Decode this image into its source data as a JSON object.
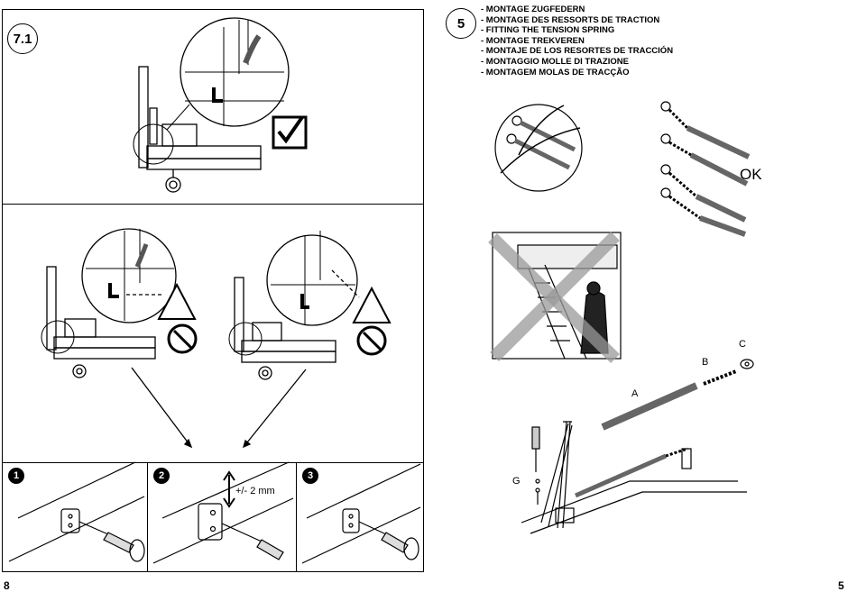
{
  "left_page": {
    "step_label": "7.1",
    "sub_steps": [
      "1",
      "2",
      "3"
    ],
    "adjust_label": "+/- 2 mm",
    "page_number": "8"
  },
  "right_page": {
    "step_label": "5",
    "titles": [
      "- MONTAGE ZUGFEDERN",
      "- MONTAGE DES RESSORTS DE TRACTION",
      "- FITTING THE TENSION SPRING",
      "- MONTAGE TREKVEREN",
      "- MONTAJE DE LOS RESORTES DE TRACCIÓN",
      "- MONTAGGIO MOLLE DI TRAZIONE",
      "- MONTAGEM MOLAS DE TRACÇÃO"
    ],
    "ok_label": "OK",
    "part_labels": {
      "a": "A",
      "b": "B",
      "c": "C",
      "g": "G"
    },
    "page_number": "5"
  },
  "colors": {
    "ink": "#000000",
    "gray": "#9a9a9a",
    "light_gray": "#d8d8d8"
  }
}
